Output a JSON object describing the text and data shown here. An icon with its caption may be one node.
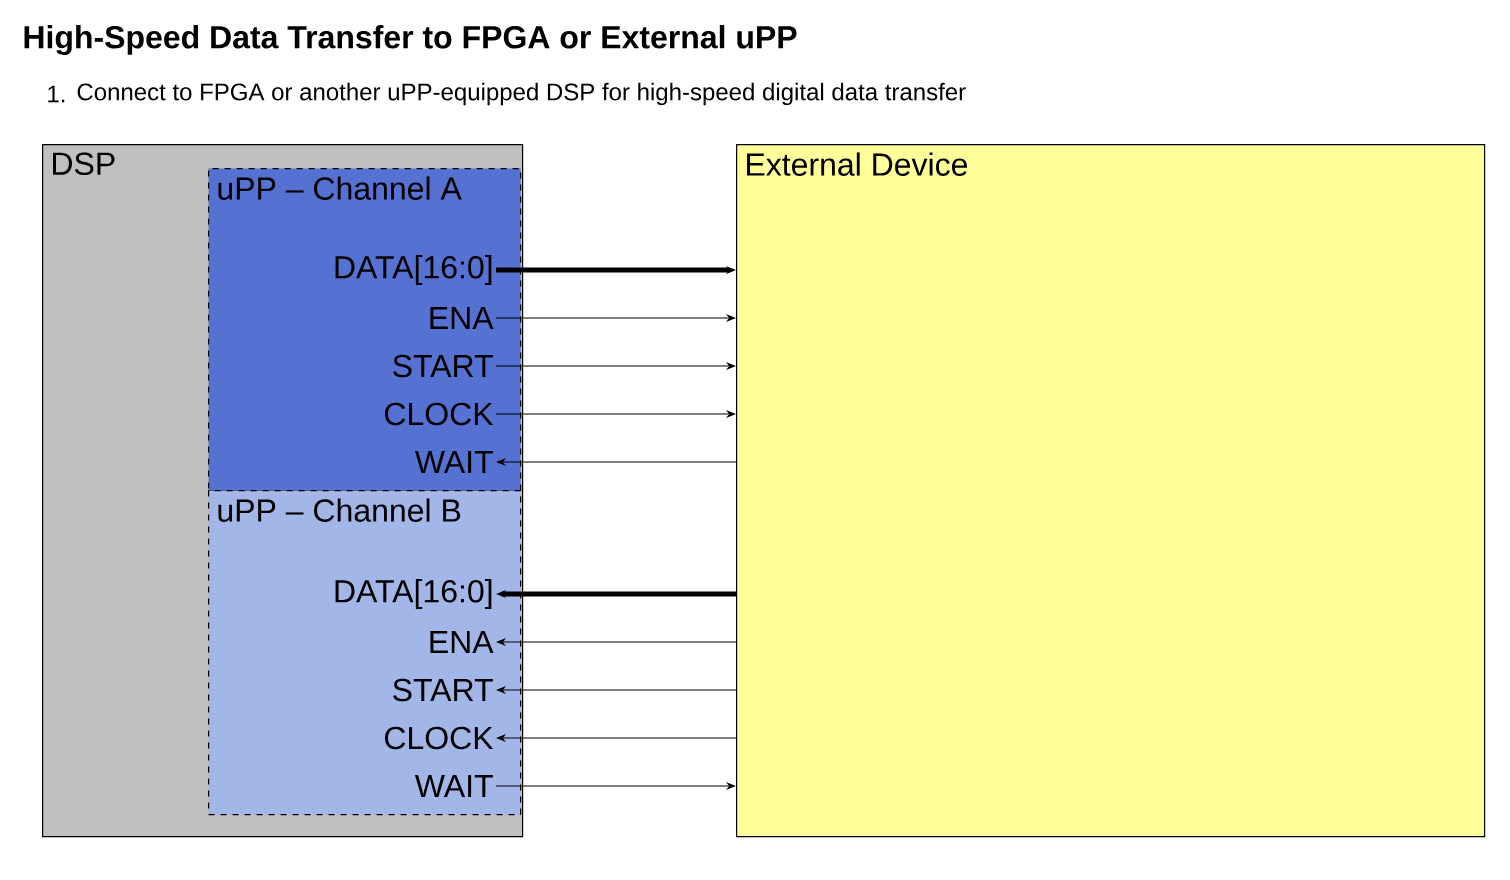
{
  "diagram": {
    "title": "High-Speed Data Transfer to FPGA or External uPP",
    "nodes": [
      {
        "text": [
          "DSP"
        ]
      },
      {
        "text": [
          "uPP – Channel A"
        ],
        "in": 0
      },
      {
        "text": [
          "DATA[16:0]"
        ],
        "in": 1
      },
      {
        "text": [
          "ENA"
        ],
        "in": 1
      },
      {
        "text": [
          "START"
        ],
        "in": 1
      },
      {
        "text": [
          "CLOCK"
        ],
        "in": 1
      },
      {
        "text": [
          "WAIT"
        ],
        "in": 1
      },
      {
        "text": [
          "uPP – Channel B"
        ],
        "in": 0
      },
      {
        "text": [
          "DATA[16:0]"
        ],
        "in": 7
      },
      {
        "text": [
          "ENA"
        ],
        "in": 7
      },
      {
        "text": [
          "START"
        ],
        "in": 7
      },
      {
        "text": [
          "CLOCK"
        ],
        "in": 7
      },
      {
        "text": [
          "WAIT"
        ],
        "in": 7
      },
      {
        "text": [
          "External Device"
        ]
      }
    ],
    "edges": [
      {
        "from": 2,
        "to": 13,
        "arrow": "to",
        "style": "thick"
      },
      {
        "from": 3,
        "to": 13,
        "arrow": "to"
      },
      {
        "from": 4,
        "to": 13,
        "arrow": "to"
      },
      {
        "from": 5,
        "to": 13,
        "arrow": "to"
      },
      {
        "from": 13,
        "to": 6,
        "arrow": "to"
      },
      {
        "from": 13,
        "to": 8,
        "arrow": "to",
        "style": "thick"
      },
      {
        "from": 13,
        "to": 9,
        "arrow": "to"
      },
      {
        "from": 13,
        "to": 10,
        "arrow": "to"
      },
      {
        "from": 13,
        "to": 11,
        "arrow": "to"
      },
      {
        "from": 12,
        "to": 13,
        "arrow": "to"
      }
    ],
    "labels": [
      "1.",
      "Connect to FPGA or another uPP-equipped DSP for high-speed digital data transfer"
    ]
  }
}
